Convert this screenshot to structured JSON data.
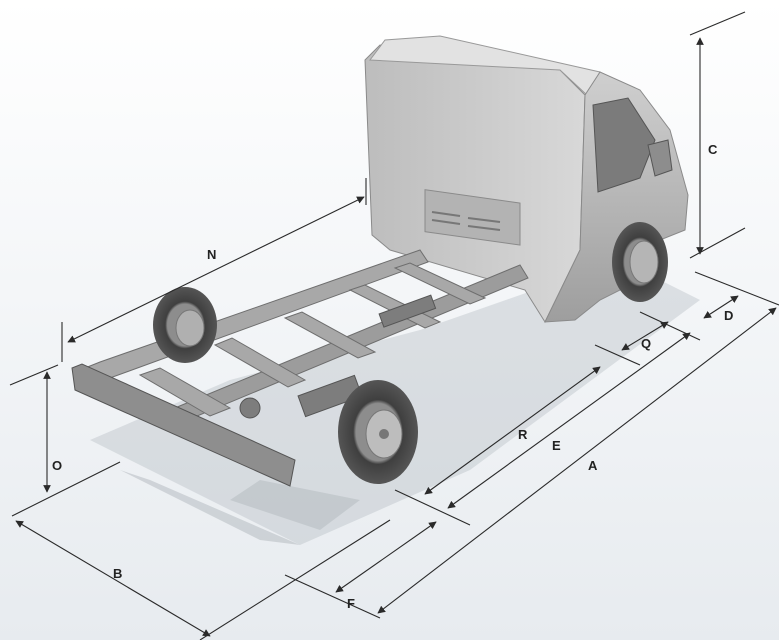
{
  "diagram": {
    "dimension_labels": {
      "A": "A",
      "B": "B",
      "C": "C",
      "D": "D",
      "E": "E",
      "F": "F",
      "N": "N",
      "O": "O",
      "Q": "Q",
      "R": "R"
    },
    "colors": {
      "line": "#2a2a2a",
      "vehicle_light": "#c9c9c9",
      "vehicle_mid": "#a9a9a9",
      "vehicle_dark": "#6e6e6e",
      "tire": "#4a4a4a",
      "shadow": "#9aa2aa"
    }
  }
}
